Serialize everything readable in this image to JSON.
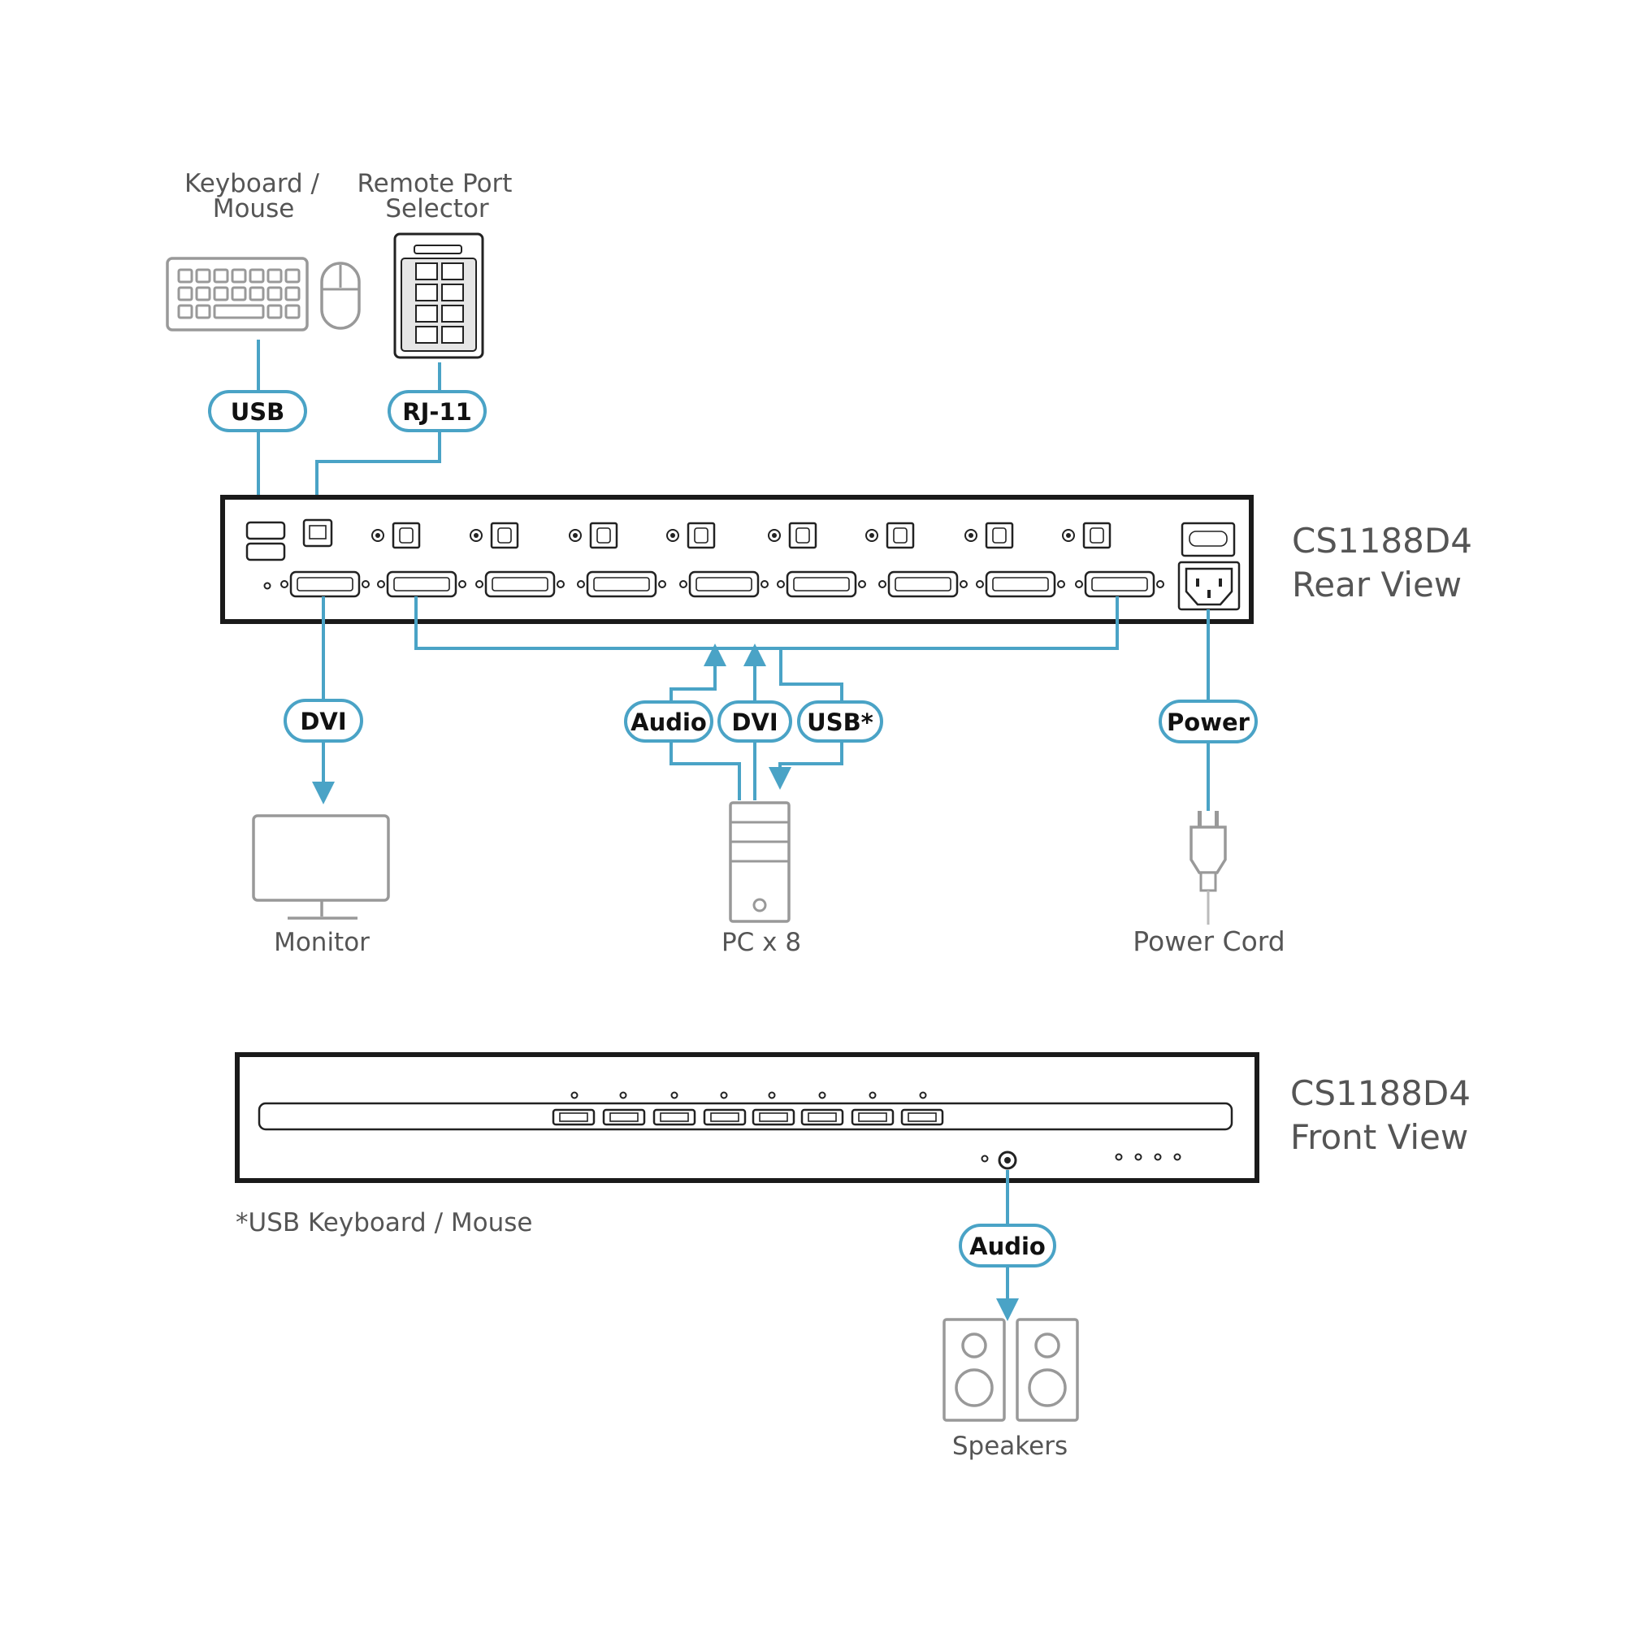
{
  "labels": {
    "keyboard_mouse_line1": "Keyboard /",
    "keyboard_mouse_line2": "Mouse",
    "remote_port_line1": "Remote Port",
    "remote_port_line2": "Selector",
    "monitor": "Monitor",
    "pc": "PC x 8",
    "power_cord": "Power Cord",
    "speakers": "Speakers",
    "footnote": "*USB Keyboard / Mouse"
  },
  "rear_view": {
    "model": "CS1188D4",
    "view": "Rear View"
  },
  "front_view": {
    "model": "CS1188D4",
    "view": "Front View"
  },
  "connections": {
    "usb": "USB",
    "rj11": "RJ-11",
    "dvi_monitor": "DVI",
    "audio_pc": "Audio",
    "dvi_pc": "DVI",
    "usb_pc": "USB*",
    "power": "Power",
    "audio_speakers": "Audio"
  },
  "colors": {
    "connector_accent": "#4aa3c6",
    "device_outline": "#999999",
    "unit_outline": "#1a1a1a"
  }
}
